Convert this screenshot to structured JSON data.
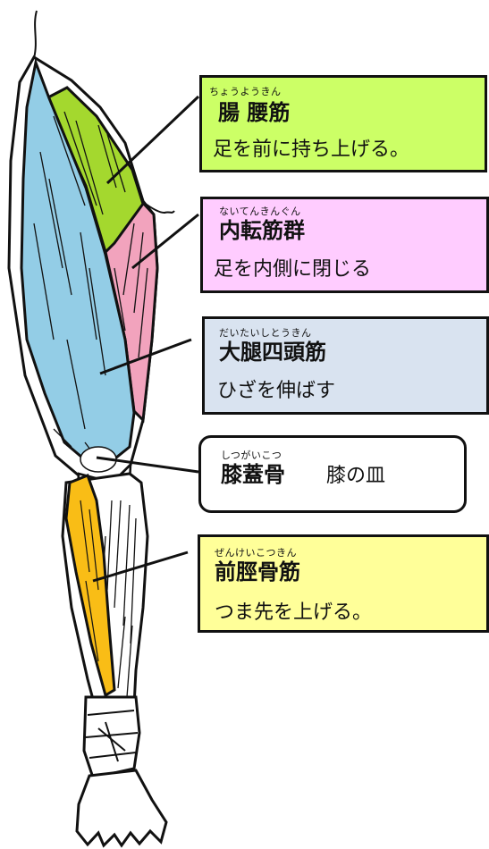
{
  "labels": {
    "iliopsoas": {
      "reading": "ちょうようきん",
      "name": "腸 腰筋",
      "description": "足を前に持ち上げる。",
      "color": "#ccff66"
    },
    "adductor": {
      "reading": "ないてんきんぐん",
      "name": "内転筋群",
      "description": "足を内側に閉じる",
      "color": "#ffccff"
    },
    "quadriceps": {
      "reading": "だいたいしとうきん",
      "name": "大腿四頭筋",
      "description": "ひざを伸ばす",
      "color": "#d9e3f0"
    },
    "patella": {
      "reading": "しつがいこつ",
      "name": "膝蓋骨",
      "description": "膝の皿",
      "color": "#ffffff"
    },
    "tibialis": {
      "reading": "ぜんけいこつきん",
      "name": "前脛骨筋",
      "description": "つま先を上げる。",
      "color": "#ffff99"
    }
  },
  "muscle_colors": {
    "iliopsoas": "#a4d82e",
    "adductor": "#f2a3bd",
    "quadriceps": "#93cde6",
    "tibialis": "#f9bd16"
  }
}
